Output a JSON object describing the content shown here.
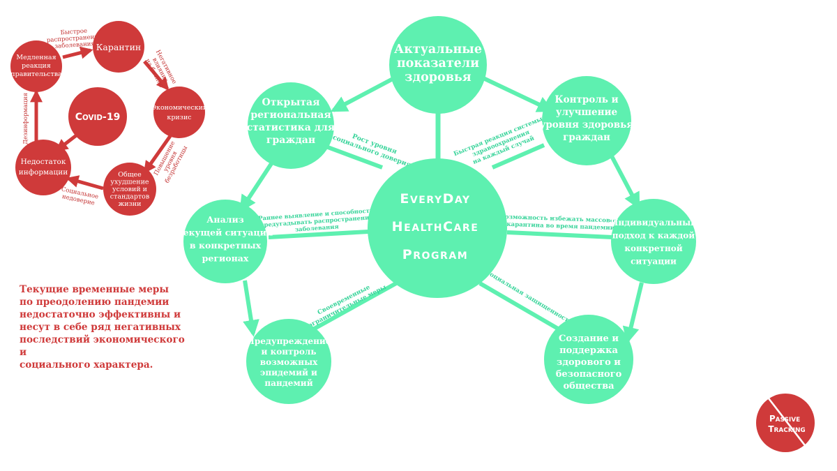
{
  "colors": {
    "green": "#5ef0b0",
    "green_text": "#38d49a",
    "red": "#cf3a3a",
    "red_text": "#c43434",
    "white": "#ffffff"
  },
  "green_cycle": {
    "center": "EveryDay\nHealthCare\nProgram",
    "nodes": [
      "Актуальные\nпоказатели\nздоровья",
      "Открытая\nрегиональная\nстатистика для\nграждан",
      "Контроль и\nулучшение\nуровня здоровья\nграждан",
      "Анализ\nтекущей ситуации\nв конкретных\nрегионах",
      "Индивидуальный\nподход к каждой\nконкретной\nситуации",
      "Предупреждение\nи контроль\nвозможных\nэпидемий и\nпандемий",
      "Создание и\nподдержка\nздорового и\nбезопасного\nобщества"
    ],
    "spoke_labels": [
      "Рост уровня\nсоциального доверия",
      "Быстрая реакция системы\nздравоохранения\nна каждый случай",
      "Раннее выявление и способность\nпредугадывать распространение\nзаболевания",
      "Возможность избежать массового\nкарантина во время пандемии",
      "Своевременные\nограничительные меры",
      "Социальная защищенность"
    ]
  },
  "red_cycle": {
    "center": "Covid-19",
    "nodes": [
      "Медленная\nреакция\nправительства",
      "Карантин",
      "Экономический\nкризис",
      "Общее\nухудшение\nусловий и\nстандартов\nжизни",
      "Недостаток\nинформации"
    ],
    "edge_labels": [
      "Быстрое\nраспространение\nзаболевания",
      "Негативное\nвлияние\nна бизнес",
      "Повышение\nуровня\nбезработицы",
      "Социальное\nнедоверие",
      "Дезинформация"
    ]
  },
  "note": "Текущие временные меры\nпо преодолению пандемии\nнедостаточно эффективны и\nнесут в себе ряд негативных\nпоследствий экономического и\nсоциального характера.",
  "badge": {
    "line1": "Passive",
    "line2": "Tracking",
    "icon": "no-entry-slash-icon"
  }
}
